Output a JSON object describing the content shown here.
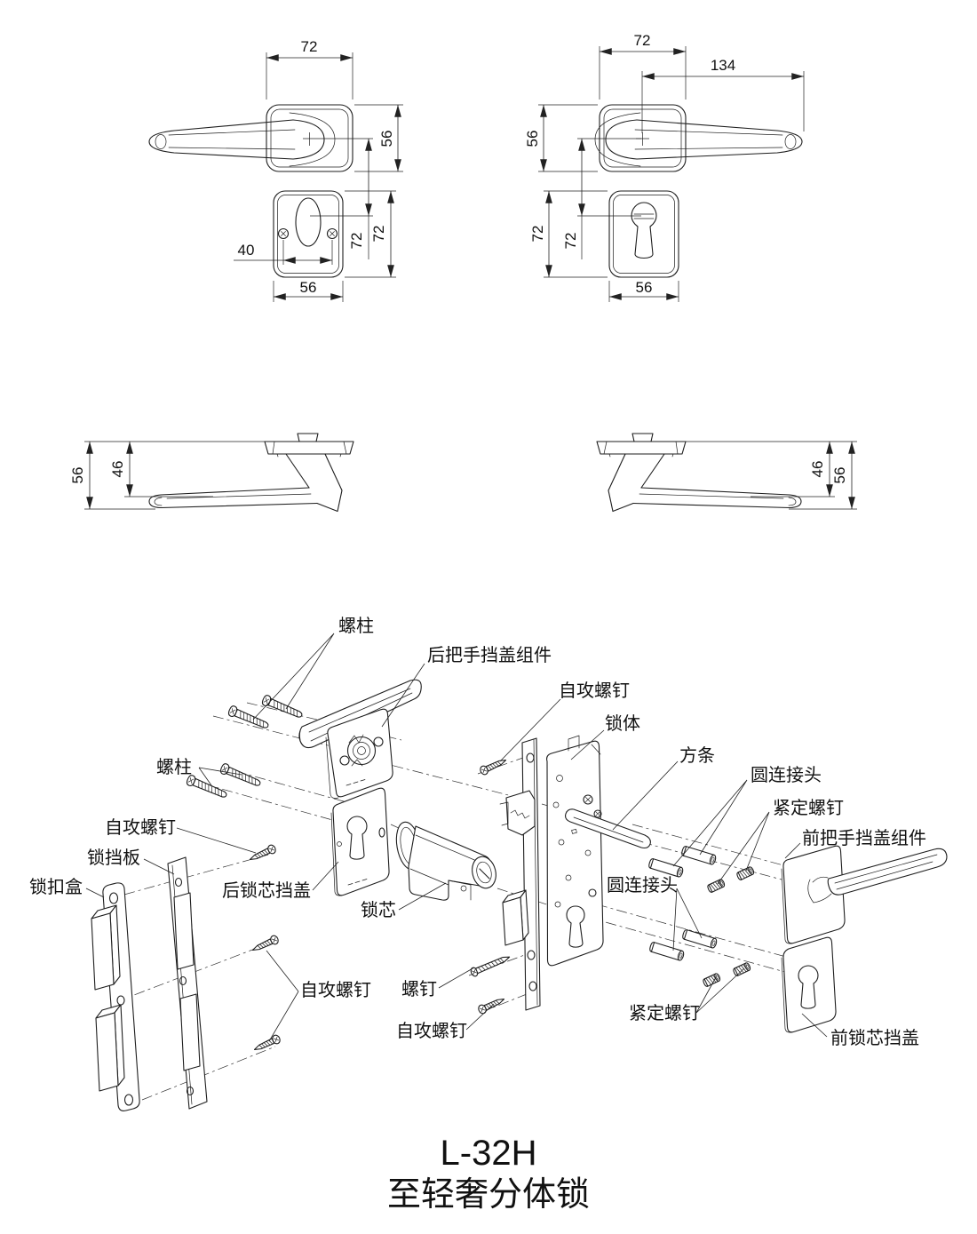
{
  "title": {
    "model": "L-32H",
    "product_name": "至轻奢分体锁"
  },
  "front_left_view": {
    "rosette_width": "72",
    "rosette_height": "56",
    "center_distance": "72",
    "escutcheon_height": "72",
    "screw_spacing": "40",
    "escutcheon_width": "56"
  },
  "front_right_view": {
    "rosette_width": "72",
    "lever_length": "134",
    "rosette_height": "56",
    "center_distance": "72",
    "escutcheon_height": "72",
    "escutcheon_width": "56"
  },
  "side_left_view": {
    "total_height": "56",
    "lever_height": "46"
  },
  "side_right_view": {
    "lever_height": "46",
    "total_height": "56"
  },
  "exploded_view": {
    "labels": {
      "stud_top": "螺柱",
      "rear_handle_cover_assembly": "后把手挡盖组件",
      "self_tapping_screw_top": "自攻螺钉",
      "lock_body": "锁体",
      "square_spindle": "方条",
      "round_connector_upper": "圆连接头",
      "set_screw_upper": "紧定螺钉",
      "front_handle_cover_assembly": "前把手挡盖组件",
      "stud_left": "螺柱",
      "self_tapping_screw_left": "自攻螺钉",
      "strike_plate": "锁挡板",
      "strike_box": "锁扣盒",
      "rear_cylinder_cover": "后锁芯挡盖",
      "lock_cylinder": "锁芯",
      "round_connector_lower": "圆连接头",
      "self_tapping_screws_center": "自攻螺钉",
      "screw": "螺钉",
      "self_tapping_screw_bottom": "自攻螺钉",
      "set_screw_lower": "紧定螺钉",
      "front_cylinder_cover": "前锁芯挡盖"
    }
  }
}
